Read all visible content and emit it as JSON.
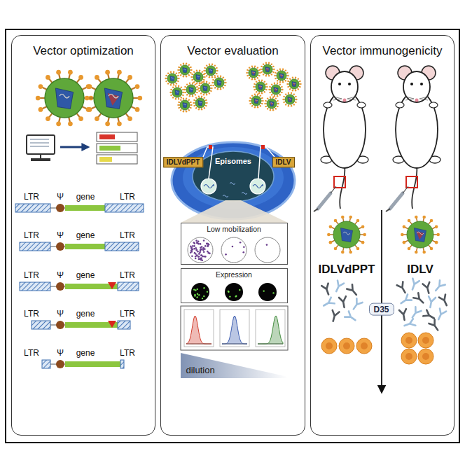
{
  "diagram": {
    "nodes": [
      {
        "text": [
          "Vector optimization"
        ]
      },
      {
        "text": [
          "Vector evaluation"
        ]
      },
      {
        "text": [
          "Vector immunogenicity"
        ]
      },
      {
        "text": [
          "IDLVdPPT"
        ],
        "in": 1
      },
      {
        "text": [
          "IDLV"
        ],
        "in": 1
      },
      {
        "text": [
          "Low mobilization"
        ],
        "in": 1
      },
      {
        "text": [
          "Expression"
        ],
        "in": 1
      },
      {
        "text": [
          "dilution"
        ],
        "in": 1
      },
      {
        "text": [
          "D35"
        ],
        "in": 2
      }
    ],
    "labels": [
      "LTR",
      "Ψ",
      "gene",
      "LTR",
      "LTR",
      "Ψ",
      "gene",
      "LTR",
      "LTR",
      "Ψ",
      "gene",
      "LTR",
      "LTR",
      "Ψ",
      "gene",
      "LTR",
      "LTR",
      "Ψ",
      "gene",
      "LTR",
      "Episomes",
      "IDLVdPPT",
      "IDLV"
    ]
  }
}
